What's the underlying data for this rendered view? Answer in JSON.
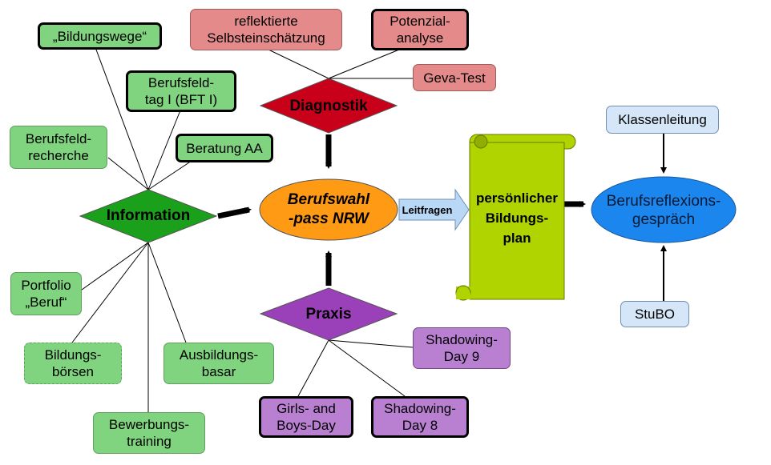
{
  "nodes": {
    "bildungswege": "„Bildungswege“",
    "berufsfeldtag": "Berufsfeld-\ntag I (BFT I)",
    "berufsfeldrecherche": "Berufsfeld-\nrecherche",
    "beratung_aa": "Beratung AA",
    "information": "Information",
    "portfolio": "Portfolio\n„Beruf“",
    "bildungsboersen": "Bildungs-\nbörsen",
    "ausbildungsbasar": "Ausbildungs-\nbasar",
    "bewerbungstraining": "Bewerbungs-\ntraining",
    "reflektierte": "reflektierte\nSelbsteinschätzung",
    "potenzialanalyse": "Potenzial-\nanalyse",
    "geva_test": "Geva-Test",
    "diagnostik": "Diagnostik",
    "berufswahlpass": "Berufswahl\n-pass NRW",
    "leitfragen": "Leitfragen",
    "bildungsplan": "persönlicher\nBildungs-\nplan",
    "praxis": "Praxis",
    "shadowing9": "Shadowing-\nDay 9",
    "girls_boys": "Girls- and\nBoys-Day",
    "shadowing8": "Shadowing-\nDay 8",
    "klassenleitung": "Klassenleitung",
    "berufsreflexion": "Berufsreflexions-\ngespräch",
    "stubo": "StuBO"
  },
  "colors": {
    "green_box": "#80d480",
    "information_diamond": "#1aa01a",
    "diagnostik_diamond": "#c8001a",
    "red_box": "#e58a8a",
    "orange_ellipse": "#ff9a14",
    "violet": "#9a40b8",
    "scroll": "#b0d400",
    "blue_box": "#d4e6f8",
    "blue_ellipse": "#1a86ee"
  }
}
